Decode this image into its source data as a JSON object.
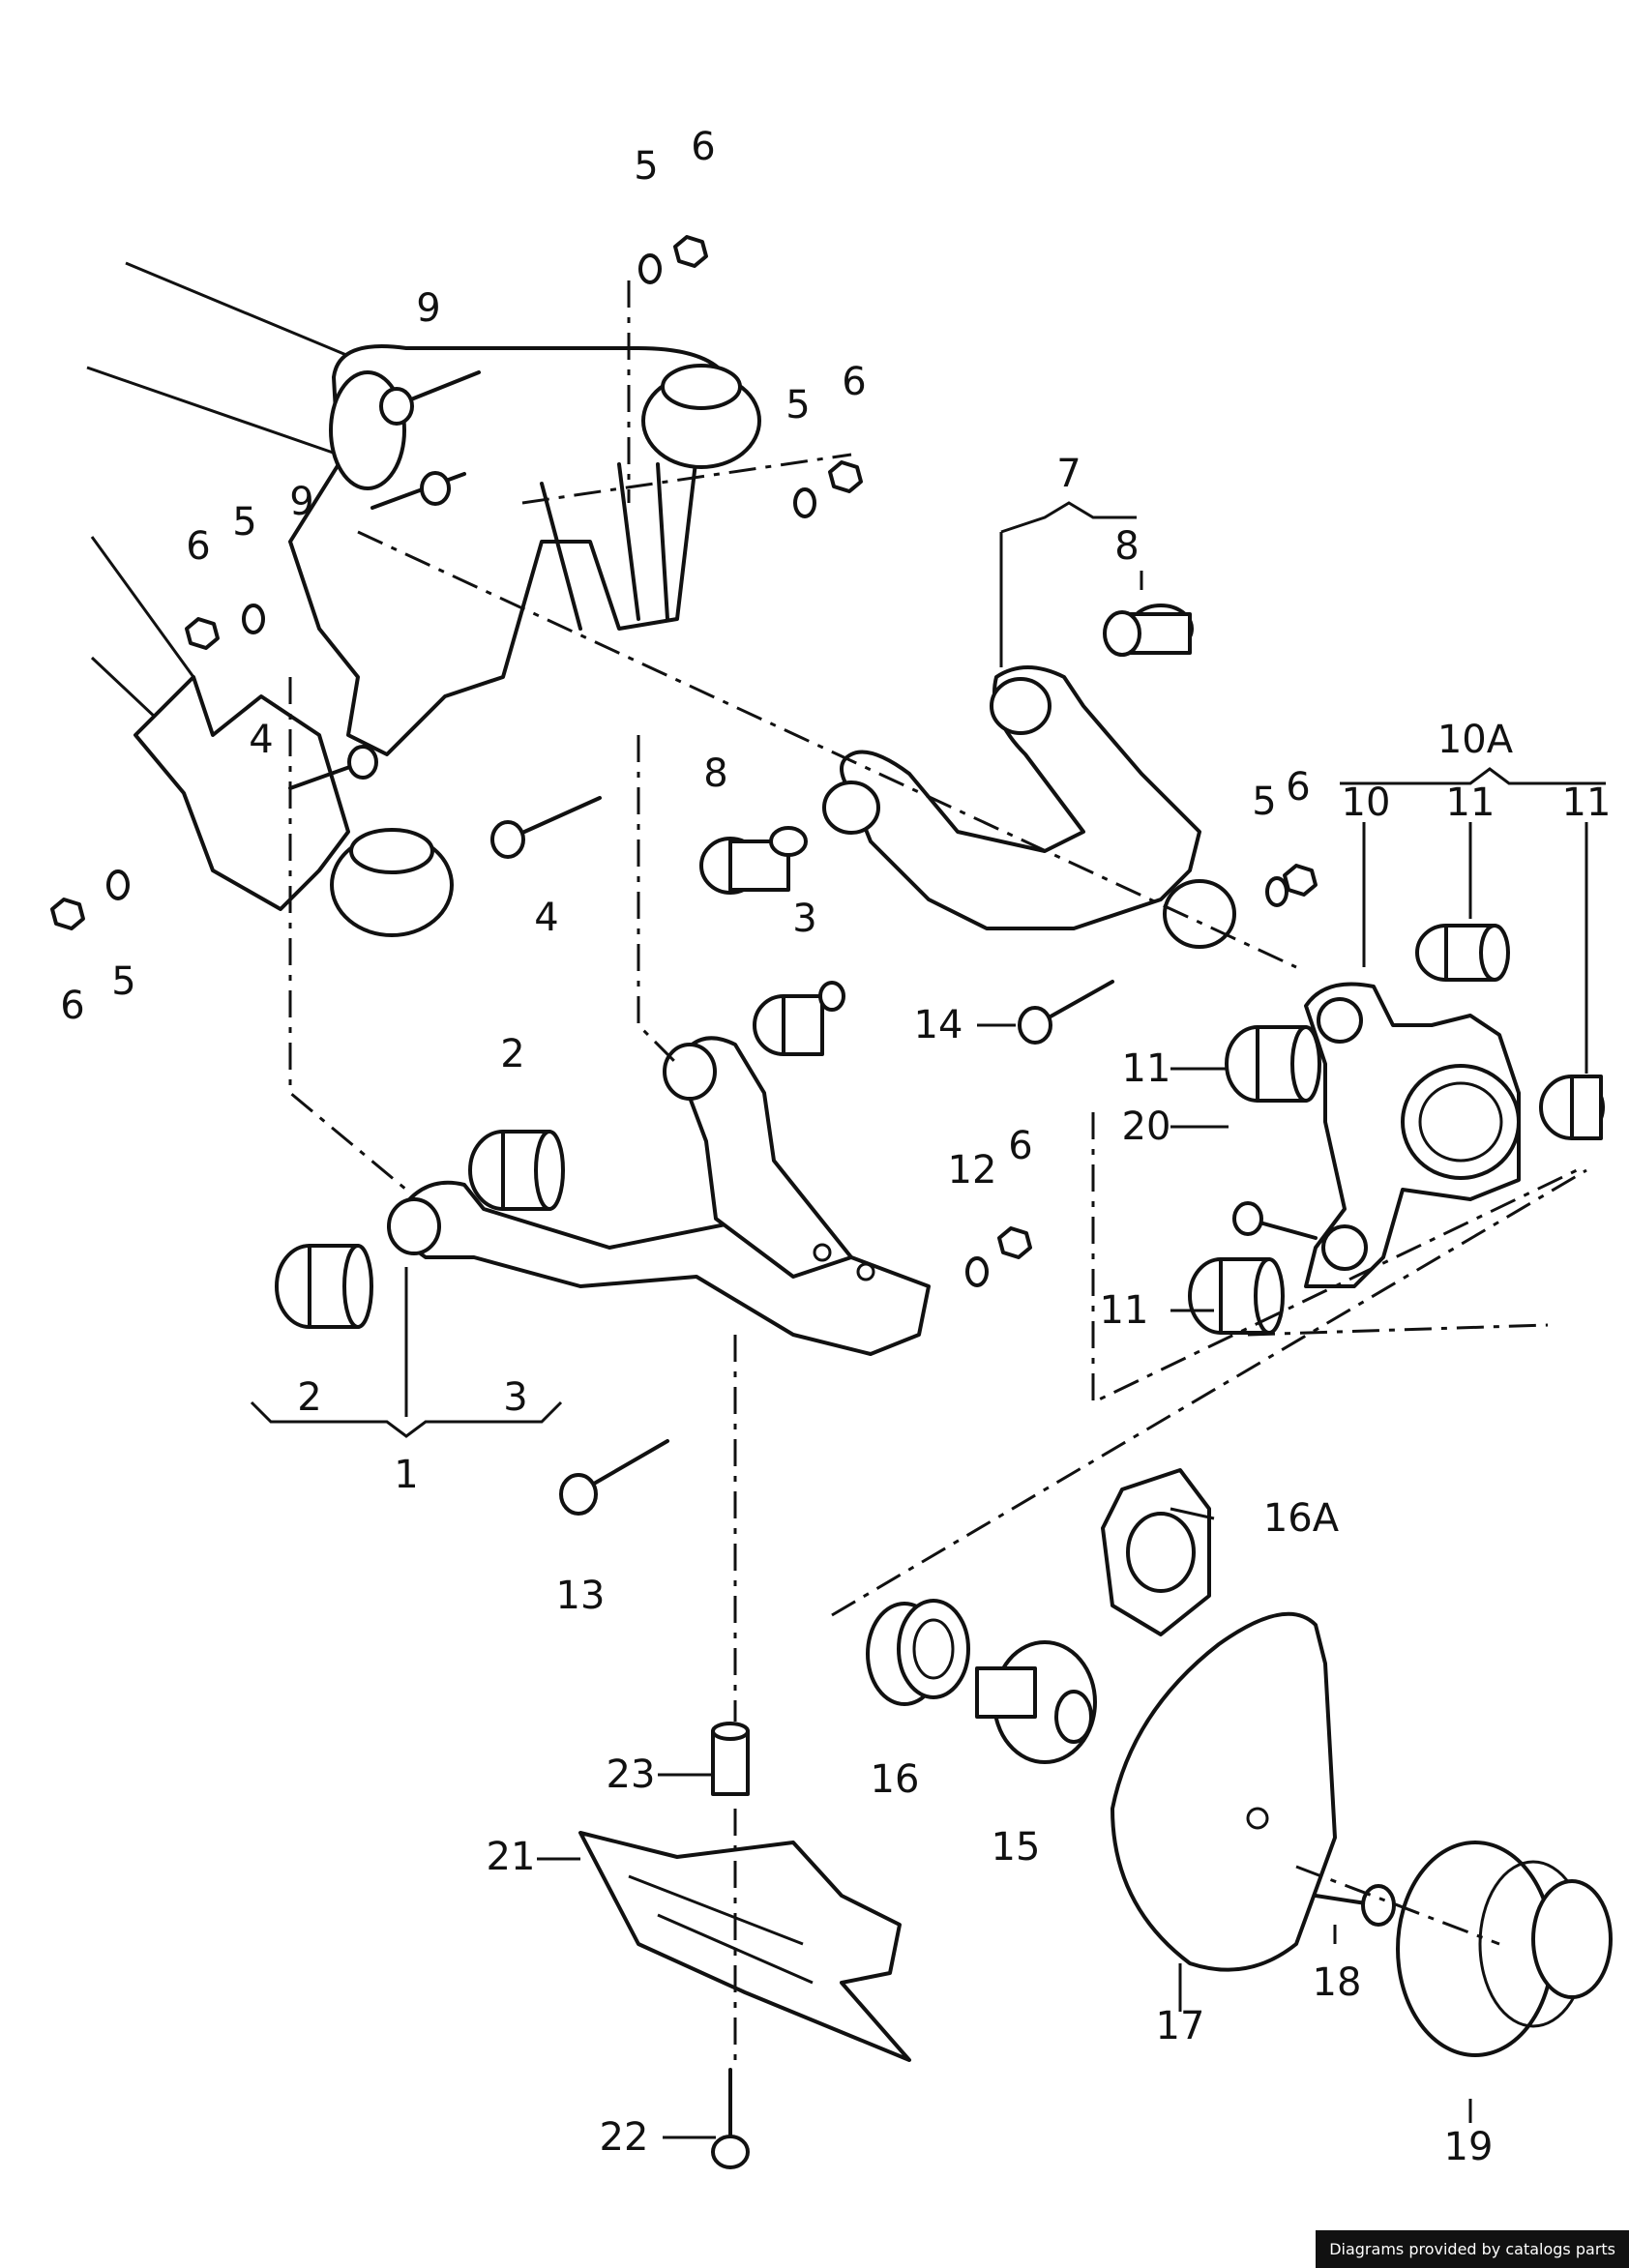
{
  "labels": [
    {
      "id": "6a",
      "text": "6"
    },
    {
      "id": "5a",
      "text": "5"
    },
    {
      "id": "9a",
      "text": "9"
    },
    {
      "id": "9b",
      "text": "9"
    },
    {
      "id": "5b",
      "text": "5"
    },
    {
      "id": "6b",
      "text": "6"
    },
    {
      "id": "7",
      "text": "7"
    },
    {
      "id": "8a",
      "text": "8"
    },
    {
      "id": "6c",
      "text": "6"
    },
    {
      "id": "5c",
      "text": "5"
    },
    {
      "id": "4a",
      "text": "4"
    },
    {
      "id": "4b",
      "text": "4"
    },
    {
      "id": "8b",
      "text": "8"
    },
    {
      "id": "6d",
      "text": "6"
    },
    {
      "id": "5d",
      "text": "5"
    },
    {
      "id": "10A",
      "text": "10A"
    },
    {
      "id": "10",
      "text": "10"
    },
    {
      "id": "11a",
      "text": "11"
    },
    {
      "id": "11b",
      "text": "11"
    },
    {
      "id": "5e",
      "text": "5"
    },
    {
      "id": "6e",
      "text": "6"
    },
    {
      "id": "3a",
      "text": "3"
    },
    {
      "id": "14",
      "text": "14"
    },
    {
      "id": "11c",
      "text": "11"
    },
    {
      "id": "2a",
      "text": "2"
    },
    {
      "id": "20",
      "text": "20"
    },
    {
      "id": "12",
      "text": "12"
    },
    {
      "id": "6f",
      "text": "6"
    },
    {
      "id": "11d",
      "text": "11"
    },
    {
      "id": "2b",
      "text": "2"
    },
    {
      "id": "3b",
      "text": "3"
    },
    {
      "id": "1",
      "text": "1"
    },
    {
      "id": "13",
      "text": "13"
    },
    {
      "id": "16A",
      "text": "16A"
    },
    {
      "id": "16",
      "text": "16"
    },
    {
      "id": "15",
      "text": "15"
    },
    {
      "id": "23",
      "text": "23"
    },
    {
      "id": "21",
      "text": "21"
    },
    {
      "id": "17",
      "text": "17"
    },
    {
      "id": "18",
      "text": "18"
    },
    {
      "id": "19",
      "text": "19"
    },
    {
      "id": "22",
      "text": "22"
    }
  ],
  "credit": "Diagrams provided by catalogs parts"
}
